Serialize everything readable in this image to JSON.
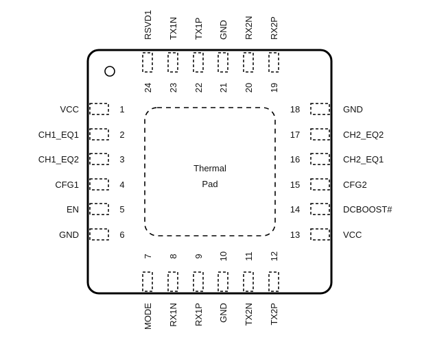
{
  "package": {
    "thermal_pad_line1": "Thermal",
    "thermal_pad_line2": "Pad"
  },
  "left_pins": [
    {
      "num": "1",
      "name": "VCC"
    },
    {
      "num": "2",
      "name": "CH1_EQ1"
    },
    {
      "num": "3",
      "name": "CH1_EQ2"
    },
    {
      "num": "4",
      "name": "CFG1"
    },
    {
      "num": "5",
      "name": "EN"
    },
    {
      "num": "6",
      "name": "GND"
    }
  ],
  "bottom_pins": [
    {
      "num": "7",
      "name": "MODE"
    },
    {
      "num": "8",
      "name": "RX1N"
    },
    {
      "num": "9",
      "name": "RX1P"
    },
    {
      "num": "10",
      "name": "GND"
    },
    {
      "num": "11",
      "name": "TX2N"
    },
    {
      "num": "12",
      "name": "TX2P"
    }
  ],
  "right_pins": [
    {
      "num": "13",
      "name": "VCC"
    },
    {
      "num": "14",
      "name": "DCBOOST#"
    },
    {
      "num": "15",
      "name": "CFG2"
    },
    {
      "num": "16",
      "name": "CH2_EQ1"
    },
    {
      "num": "17",
      "name": "CH2_EQ2"
    },
    {
      "num": "18",
      "name": "GND"
    }
  ],
  "top_pins": [
    {
      "num": "19",
      "name": "RX2P"
    },
    {
      "num": "20",
      "name": "RX2N"
    },
    {
      "num": "21",
      "name": "GND"
    },
    {
      "num": "22",
      "name": "TX1P"
    },
    {
      "num": "23",
      "name": "TX1N"
    },
    {
      "num": "24",
      "name": "RSVD1"
    }
  ]
}
